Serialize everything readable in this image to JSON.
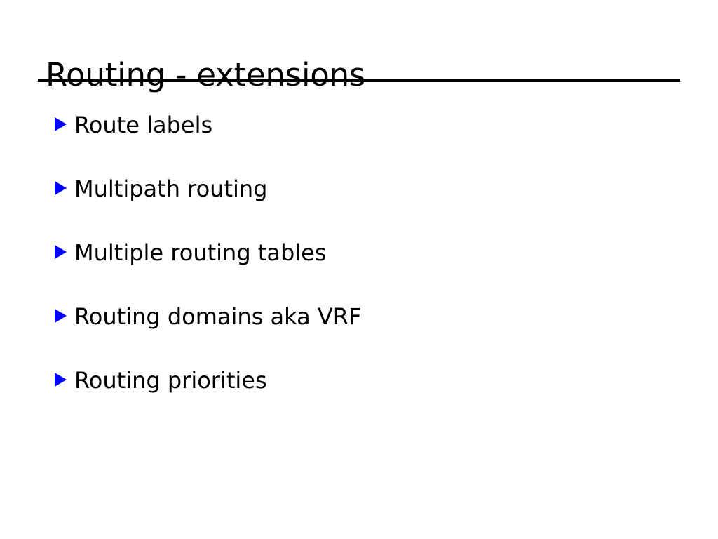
{
  "slide": {
    "title": "Routing - extensions",
    "title_rule": {
      "visible": true,
      "color": "#000000"
    },
    "text_color": "#000000",
    "background_color": "#ffffff",
    "bullet_marker": {
      "icon": "triangle-right-icon",
      "color": "#0000ff"
    },
    "bullets": [
      {
        "label": "Route labels"
      },
      {
        "label": "Multipath routing"
      },
      {
        "label": "Multiple routing tables"
      },
      {
        "label": "Routing domains aka VRF"
      },
      {
        "label": "Routing priorities"
      }
    ]
  }
}
